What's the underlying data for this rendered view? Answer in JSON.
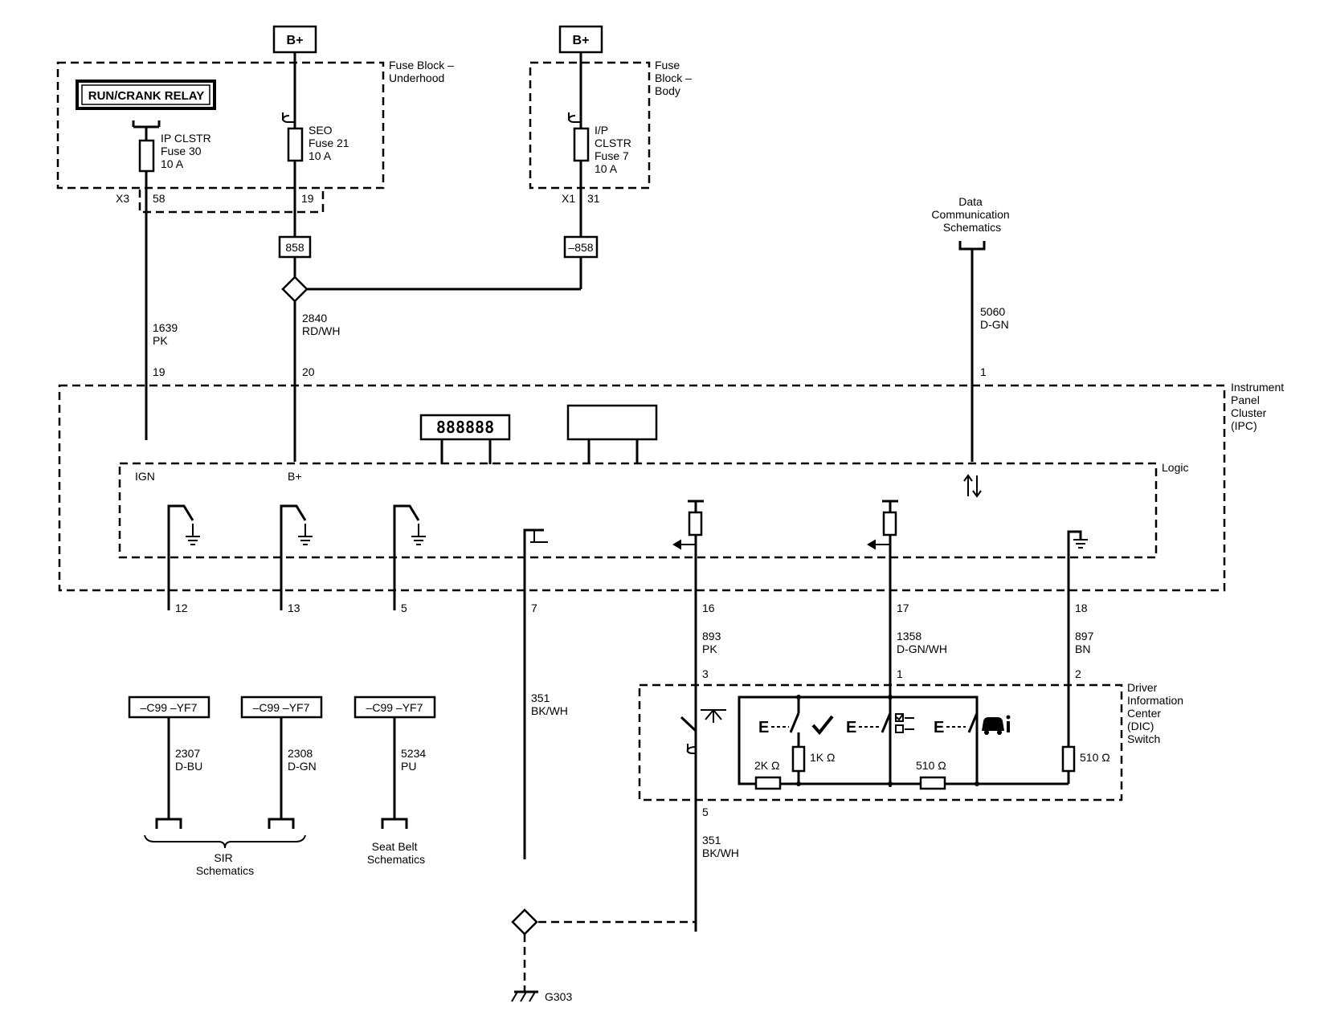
{
  "supplies": {
    "left": "B+",
    "right": "B+"
  },
  "fuse_blocks": {
    "underhood": [
      "Fuse Block –",
      "Underhood"
    ],
    "body": [
      "Fuse",
      "Block –",
      "Body"
    ]
  },
  "relay": "RUN/CRANK RELAY",
  "fuses": {
    "ip_clstr": [
      "IP CLSTR",
      "Fuse 30",
      "10 A"
    ],
    "seo": [
      "SEO",
      "Fuse 21",
      "10 A"
    ],
    "ipc": [
      "I/P",
      "CLSTR",
      "Fuse 7",
      "10 A"
    ]
  },
  "connector_labels": {
    "x3": "X3",
    "x3_pin": "58",
    "seo_pin": "19",
    "x1": "X1",
    "x1_pin": "31"
  },
  "splice_options": {
    "left": "858",
    "right": "–858"
  },
  "wires": {
    "w1639": [
      "1639",
      "PK"
    ],
    "w2840": [
      "2840",
      "RD/WH"
    ],
    "w5060": [
      "5060",
      "D-GN"
    ],
    "w893": [
      "893",
      "PK"
    ],
    "w1358": [
      "1358",
      "D-GN/WH"
    ],
    "w897": [
      "897",
      "BN"
    ],
    "w351a": [
      "351",
      "BK/WH"
    ],
    "w351b": [
      "351",
      "BK/WH"
    ],
    "w2307": [
      "2307",
      "D-BU"
    ],
    "w2308": [
      "2308",
      "D-GN"
    ],
    "w5234": [
      "5234",
      "PU"
    ]
  },
  "data_comm": [
    "Data",
    "Communication",
    "Schematics"
  ],
  "ipc_pins": {
    "p19": "19",
    "p20": "20",
    "p1": "1",
    "p12": "12",
    "p13": "13",
    "p5": "5",
    "p7": "7",
    "p16": "16",
    "p17": "17",
    "p18": "18"
  },
  "ipc_label": [
    "Instrument",
    "Panel",
    "Cluster",
    "(IPC)"
  ],
  "logic_label": "Logic",
  "logic_inputs": {
    "ign": "IGN",
    "bplus": "B+"
  },
  "display_digits": "888888",
  "options": {
    "c99a": "–C99 –YF7",
    "c99b": "–C99 –YF7",
    "c99c": "–C99 –YF7"
  },
  "dic_pins": {
    "p3": "3",
    "p1": "1",
    "p2": "2",
    "p5": "5"
  },
  "dic_label": [
    "Driver",
    "Information",
    "Center",
    "(DIC)",
    "Switch"
  ],
  "resistors": {
    "r2k": "2K Ω",
    "r1k": "1K Ω",
    "r510a": "510 Ω",
    "r510b": "510 Ω"
  },
  "switch_letters": {
    "s1": "E",
    "s2": "E",
    "s3": "E"
  },
  "destinations": {
    "sir": [
      "SIR",
      "Schematics"
    ],
    "seatbelt": [
      "Seat Belt",
      "Schematics"
    ]
  },
  "ground": "G303"
}
